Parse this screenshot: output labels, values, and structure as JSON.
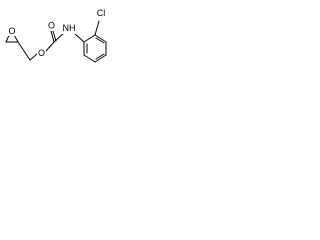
{
  "structure": {
    "atom_labels": {
      "ring_oxygen": "O",
      "ester_oxygen": "O",
      "carbonyl_oxygen": "O",
      "amine": "NH",
      "chlorine": "Cl"
    }
  }
}
